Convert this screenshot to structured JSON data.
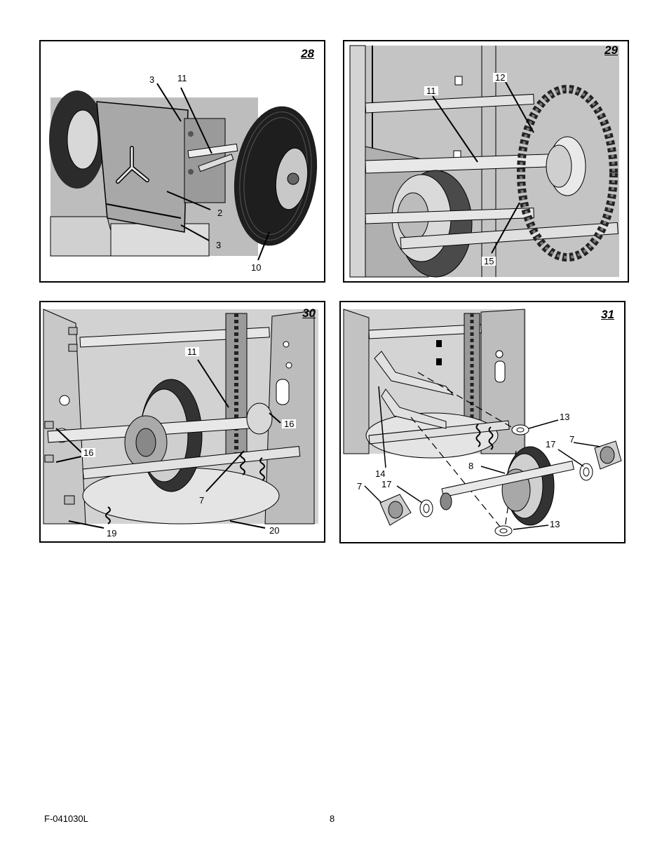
{
  "figures": [
    {
      "number": "28",
      "callouts": [
        "3",
        "11",
        "2",
        "3",
        "10"
      ]
    },
    {
      "number": "29",
      "callouts": [
        "12",
        "11",
        "15"
      ]
    },
    {
      "number": "30",
      "callouts": [
        "11",
        "16",
        "16",
        "7",
        "19",
        "20"
      ]
    },
    {
      "number": "31",
      "callouts": [
        "13",
        "7",
        "17",
        "8",
        "14",
        "7",
        "17",
        "13"
      ]
    }
  ],
  "footer": {
    "doc_code": "F-041030L",
    "page_number": "8"
  }
}
